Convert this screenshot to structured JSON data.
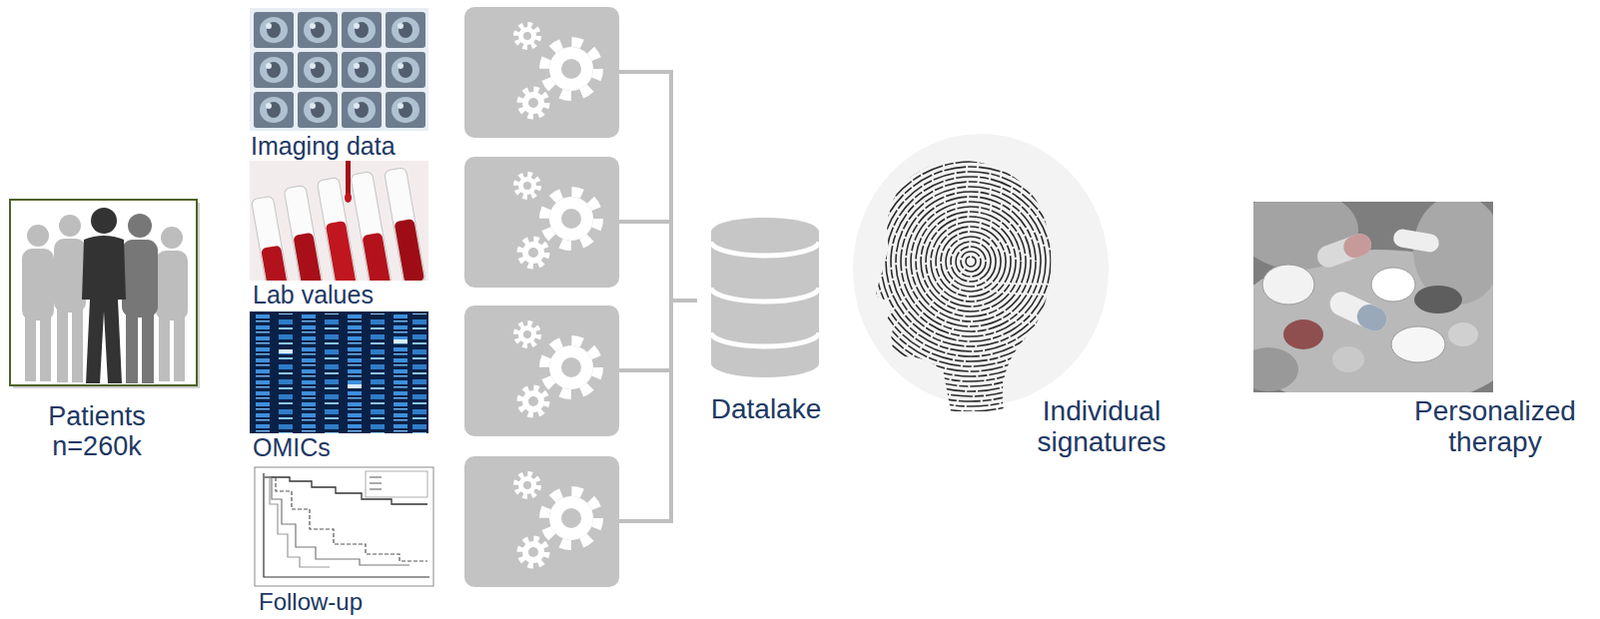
{
  "diagram": {
    "labels": [
      "Patients n=260k",
      "Imaging data",
      "Lab values",
      "OMICs",
      "Follow-up",
      "Datalake",
      "Individual signatures",
      "Personalized therapy"
    ]
  }
}
